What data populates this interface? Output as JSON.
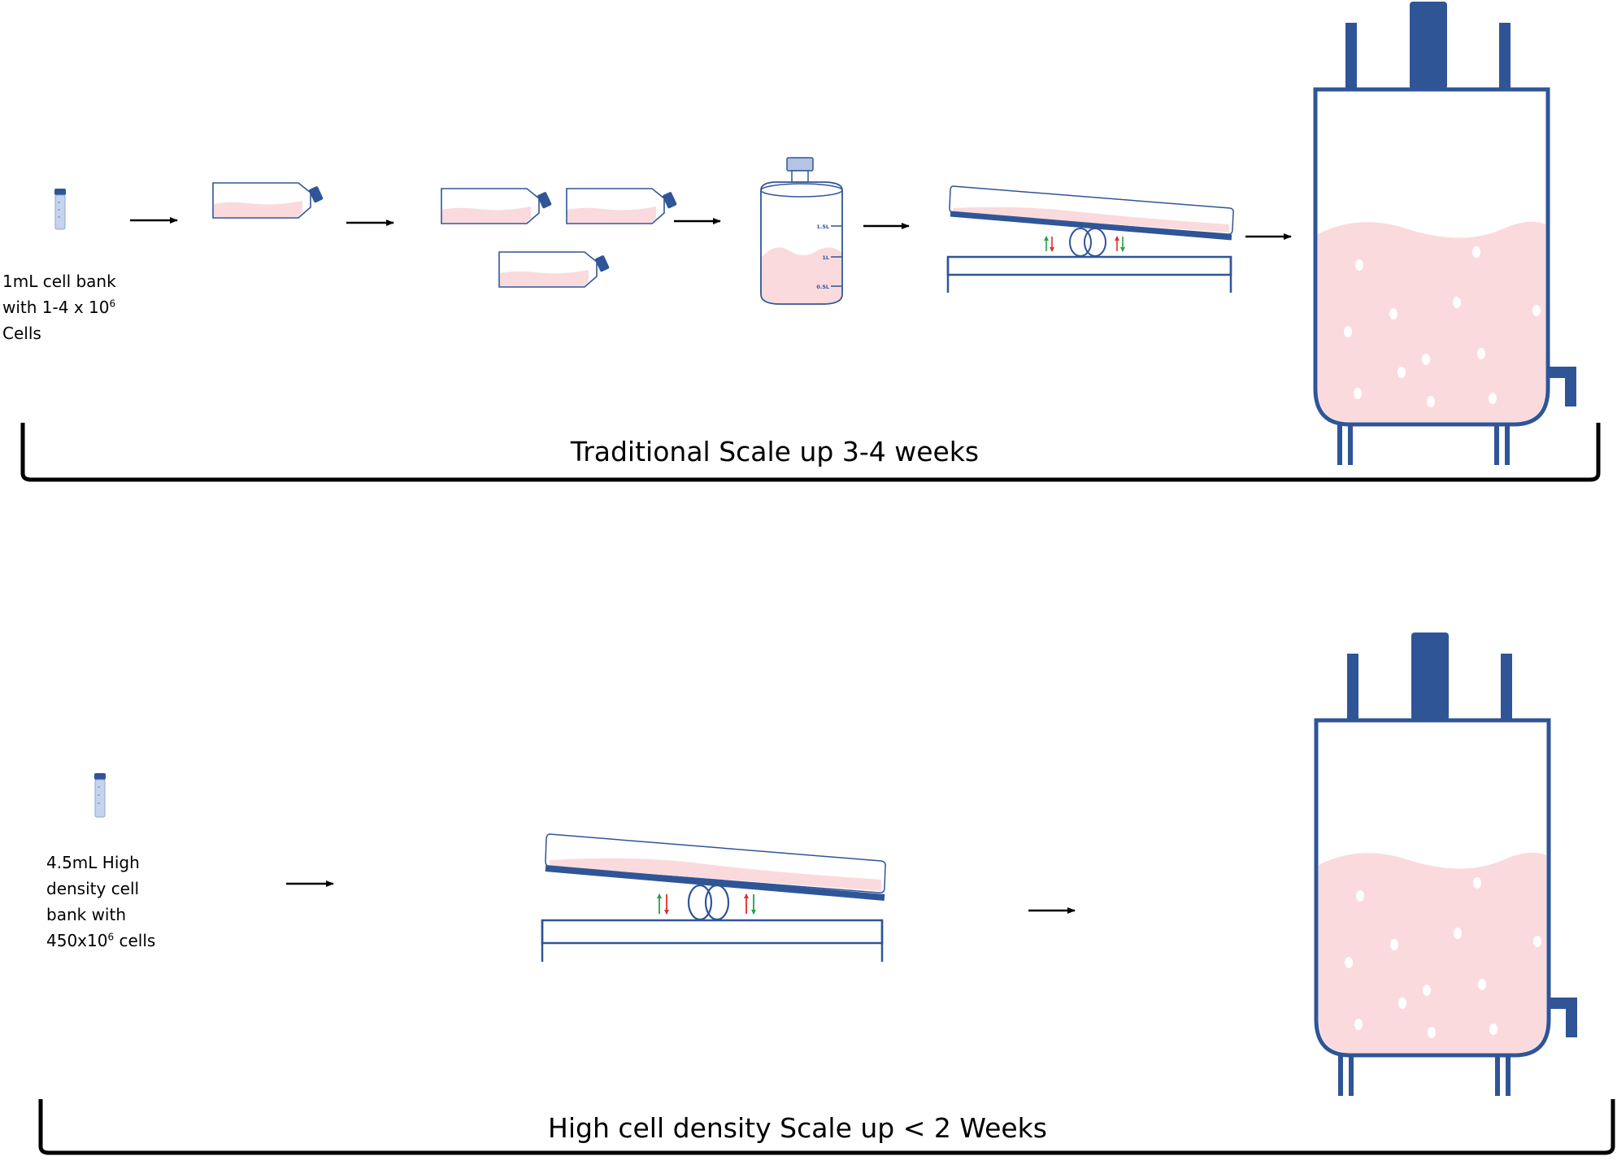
{
  "colors": {
    "equipment": "#2f5597",
    "medium": "#fadadd",
    "arrow": "#000000",
    "up_arrow": "#21a34a",
    "down_arrow": "#e0302a"
  },
  "traditional": {
    "cell_bank": {
      "line1": "1mL cell bank",
      "line2_prefix": "with 1-4 x 10",
      "line2_sup": "6",
      "line3": "Cells"
    },
    "bottle_marks": [
      "1.5L",
      "1L",
      "0.5L"
    ],
    "caption": "Traditional Scale up 3-4 weeks"
  },
  "high_density": {
    "cell_bank": {
      "line1": "4.5mL High",
      "line2": "density cell",
      "line3": "bank with",
      "line4_prefix": "450x10",
      "line4_sup": "6",
      "line4_suffix": " cells"
    },
    "caption": "High cell density Scale up < 2 Weeks"
  },
  "icons": [
    "cryovial-icon",
    "culture-flask-icon",
    "spinner-bottle-icon",
    "wave-bioreactor-icon",
    "stirred-tank-bioreactor-icon"
  ]
}
